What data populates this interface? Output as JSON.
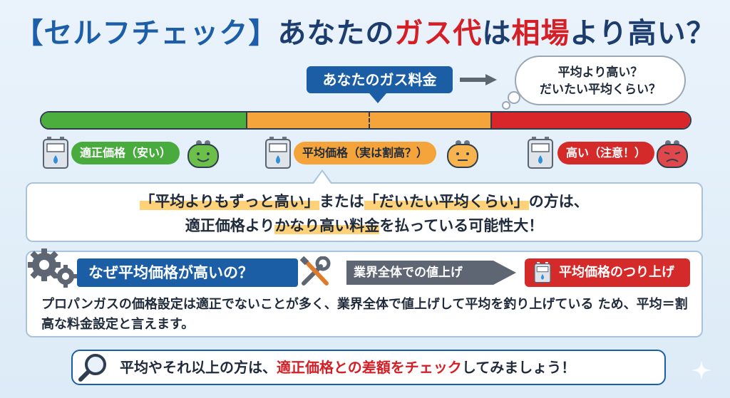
{
  "title": {
    "part1": "【セルフチェック】",
    "part2": "あなたの",
    "part3": "ガス代",
    "part4": "は",
    "part5": "相場",
    "part6": "より高い？"
  },
  "your_fee_label": "あなたのガス料金",
  "thought": {
    "line1": "平均より高い？",
    "line2": "だいたい平均くらい？"
  },
  "scale": {
    "levels": [
      {
        "label": "適正価格（安い）",
        "color": "#49aa3e"
      },
      {
        "label": "平均価格（実は割高？）",
        "color": "#f4a43a"
      },
      {
        "label": "高い（注意！）",
        "color": "#d52a2a"
      }
    ]
  },
  "callout": {
    "q1": "「平均よりもずっと高い」",
    "mid": "または",
    "q2": "「だいたい平均くらい」",
    "tail1": "の方は、",
    "line2a": "適正価格より",
    "line2b": "かなり高い料金",
    "line2c": "を払っている可能性大！"
  },
  "why": {
    "heading": "なぜ平均価格が高いの？",
    "industry": "業界全体での値上げ",
    "result": "平均価格のつり上げ",
    "body": "プロパンガスの価格設定は適正でないことが多く、業界全体で値上げして平均を釣り上げている ため、平均＝割高な料金設定と言えます。"
  },
  "bottom": {
    "a": "平均やそれ以上の方は、",
    "b": "適正価格との差額をチェック",
    "c": "してみましょう！"
  }
}
